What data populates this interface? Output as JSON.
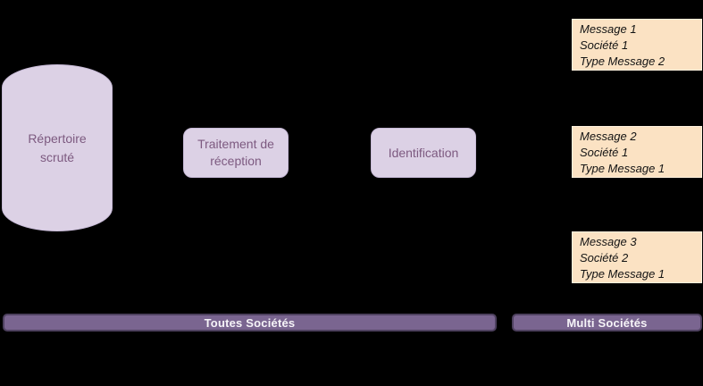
{
  "colors": {
    "bg": "#000000",
    "node-fill": "#dcd1e5",
    "node-border": "#c6b9d6",
    "node-text": "#7d5a80",
    "msg-fill": "#fbe2c3",
    "msg-border": "#fdf0dd",
    "msg-text": "#141414",
    "band-fill": "#7a6590",
    "band-border": "#4e415f",
    "band-text": "#f6f4f8"
  },
  "nodes": {
    "repository": {
      "label": "Répertoire scruté"
    },
    "reception": {
      "label": "Traitement de réception"
    },
    "identification": {
      "label": "Identification"
    }
  },
  "messages": [
    {
      "lines": [
        "Message 1",
        "Société 1",
        "Type Message 2"
      ]
    },
    {
      "lines": [
        "Message 2",
        "Société 1",
        "Type Message 1"
      ]
    },
    {
      "lines": [
        "Message 3",
        "Société 2",
        "Type Message 1"
      ]
    }
  ],
  "bands": [
    {
      "label": "Toutes Sociétés"
    },
    {
      "label": "Multi Sociétés"
    }
  ]
}
